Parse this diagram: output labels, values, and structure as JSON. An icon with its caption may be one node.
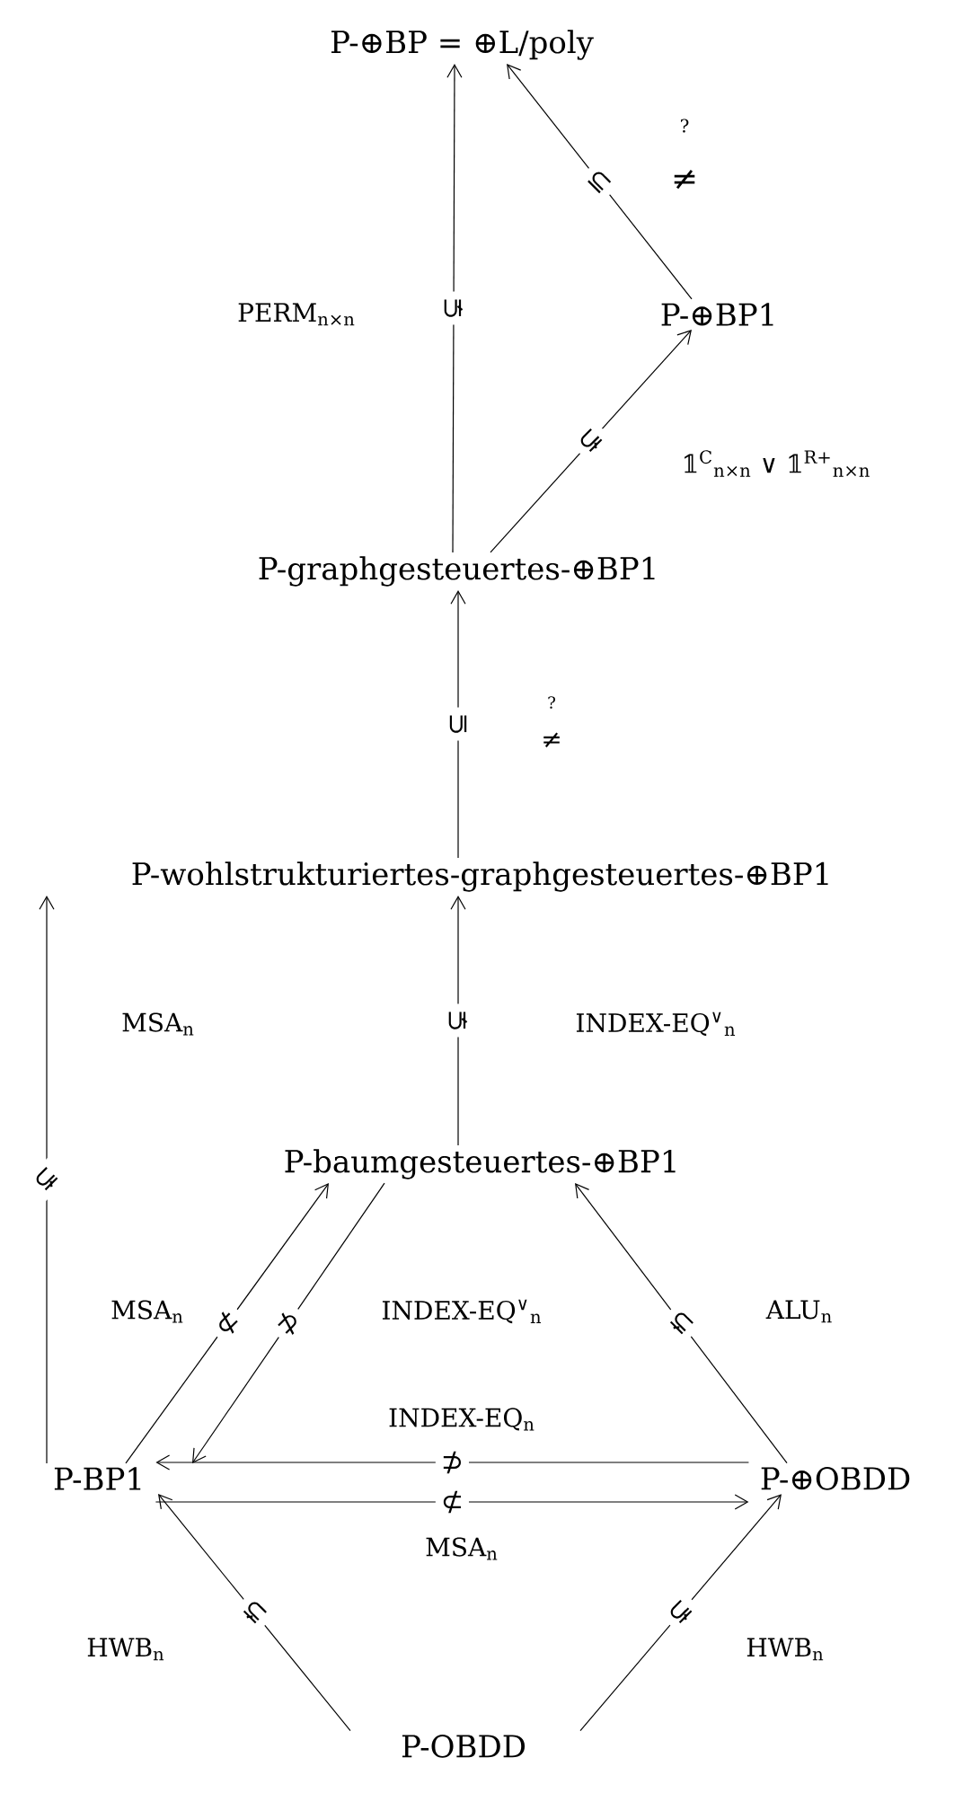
{
  "diagram": {
    "nodes": [
      {
        "text": [
          "P-⊕BP = ⊕L/poly"
        ]
      },
      {
        "text": [
          "P-⊕BP1"
        ]
      },
      {
        "text": [
          "P-graphgesteuertes-⊕BP1"
        ]
      },
      {
        "text": [
          "P-wohlstrukturiertes-graphgesteuertes-⊕BP1"
        ]
      },
      {
        "text": [
          "P-baumgesteuertes-⊕BP1"
        ]
      },
      {
        "text": [
          "P-BP1"
        ]
      },
      {
        "text": [
          "P-⊕OBDD"
        ]
      },
      {
        "text": [
          "P-OBDD"
        ]
      }
    ],
    "edges": [
      {
        "from": 2,
        "to": 0,
        "arrow": "to",
        "label": "⊊"
      },
      {
        "from": 1,
        "to": 0,
        "arrow": "to",
        "label": "⊆"
      },
      {
        "from": 2,
        "to": 1,
        "arrow": "to",
        "label": "⊊"
      },
      {
        "from": 3,
        "to": 2,
        "arrow": "to",
        "label": "⊆"
      },
      {
        "from": 5,
        "to": 3,
        "arrow": "to",
        "label": "⊊"
      },
      {
        "from": 4,
        "to": 3,
        "arrow": "to",
        "label": "⊊"
      },
      {
        "from": 5,
        "to": 4,
        "arrow": "to",
        "label": "⊄"
      },
      {
        "from": 4,
        "to": 5,
        "arrow": "to",
        "label": "⊅"
      },
      {
        "from": 6,
        "to": 4,
        "arrow": "to",
        "label": "⊊"
      },
      {
        "from": 6,
        "to": 5,
        "arrow": "to",
        "label": "⊅"
      },
      {
        "from": 5,
        "to": 6,
        "arrow": "to",
        "label": "⊄"
      },
      {
        "from": 7,
        "to": 5,
        "arrow": "to",
        "label": "⊊"
      },
      {
        "from": 7,
        "to": 6,
        "arrow": "to",
        "label": "⊊"
      }
    ],
    "labels": [
      "PERM$_{n×n}$",
      "?",
      "≠",
      "𝟙$^{C}$$_{n×n}$ ∨ 𝟙$^{R+}$$_{n×n}$",
      "?",
      "≠",
      "MSA$_{n}$",
      "INDEX-EQ$^{∨}$$_{n}$",
      "MSA$_{n}$",
      "INDEX-EQ$^{∨}$$_{n}$",
      "ALU$_{n}$",
      "INDEX-EQ$_{n}$",
      "MSA$_{n}$",
      "HWB$_{n}$",
      "HWB$_{n}$"
    ]
  }
}
